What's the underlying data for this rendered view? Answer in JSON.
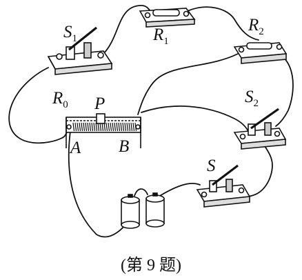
{
  "components": {
    "s1": {
      "name": "S",
      "sub": "1"
    },
    "r1": {
      "name": "R",
      "sub": "1"
    },
    "r2": {
      "name": "R",
      "sub": "2"
    },
    "s2": {
      "name": "S",
      "sub": "2"
    },
    "s": {
      "name": "S"
    },
    "r0": {
      "name": "R",
      "sub": "0"
    },
    "slider": {
      "name": "P"
    },
    "end_a": {
      "name": "A"
    },
    "end_b": {
      "name": "B"
    }
  },
  "caption": "(第 9 题)"
}
